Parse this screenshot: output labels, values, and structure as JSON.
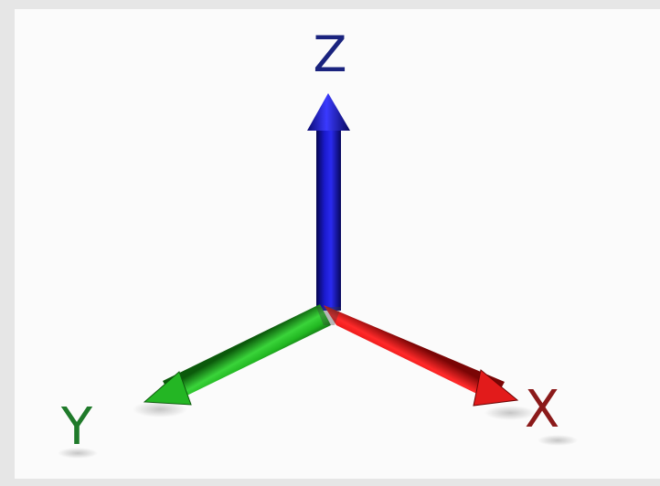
{
  "axes": {
    "x": {
      "label": "X",
      "color": "#e01010",
      "label_color": "#8b1a1a"
    },
    "y": {
      "label": "Y",
      "color": "#22b022",
      "label_color": "#1f7a2a"
    },
    "z": {
      "label": "Z",
      "color": "#1010b8",
      "label_color": "#1a237e"
    }
  }
}
